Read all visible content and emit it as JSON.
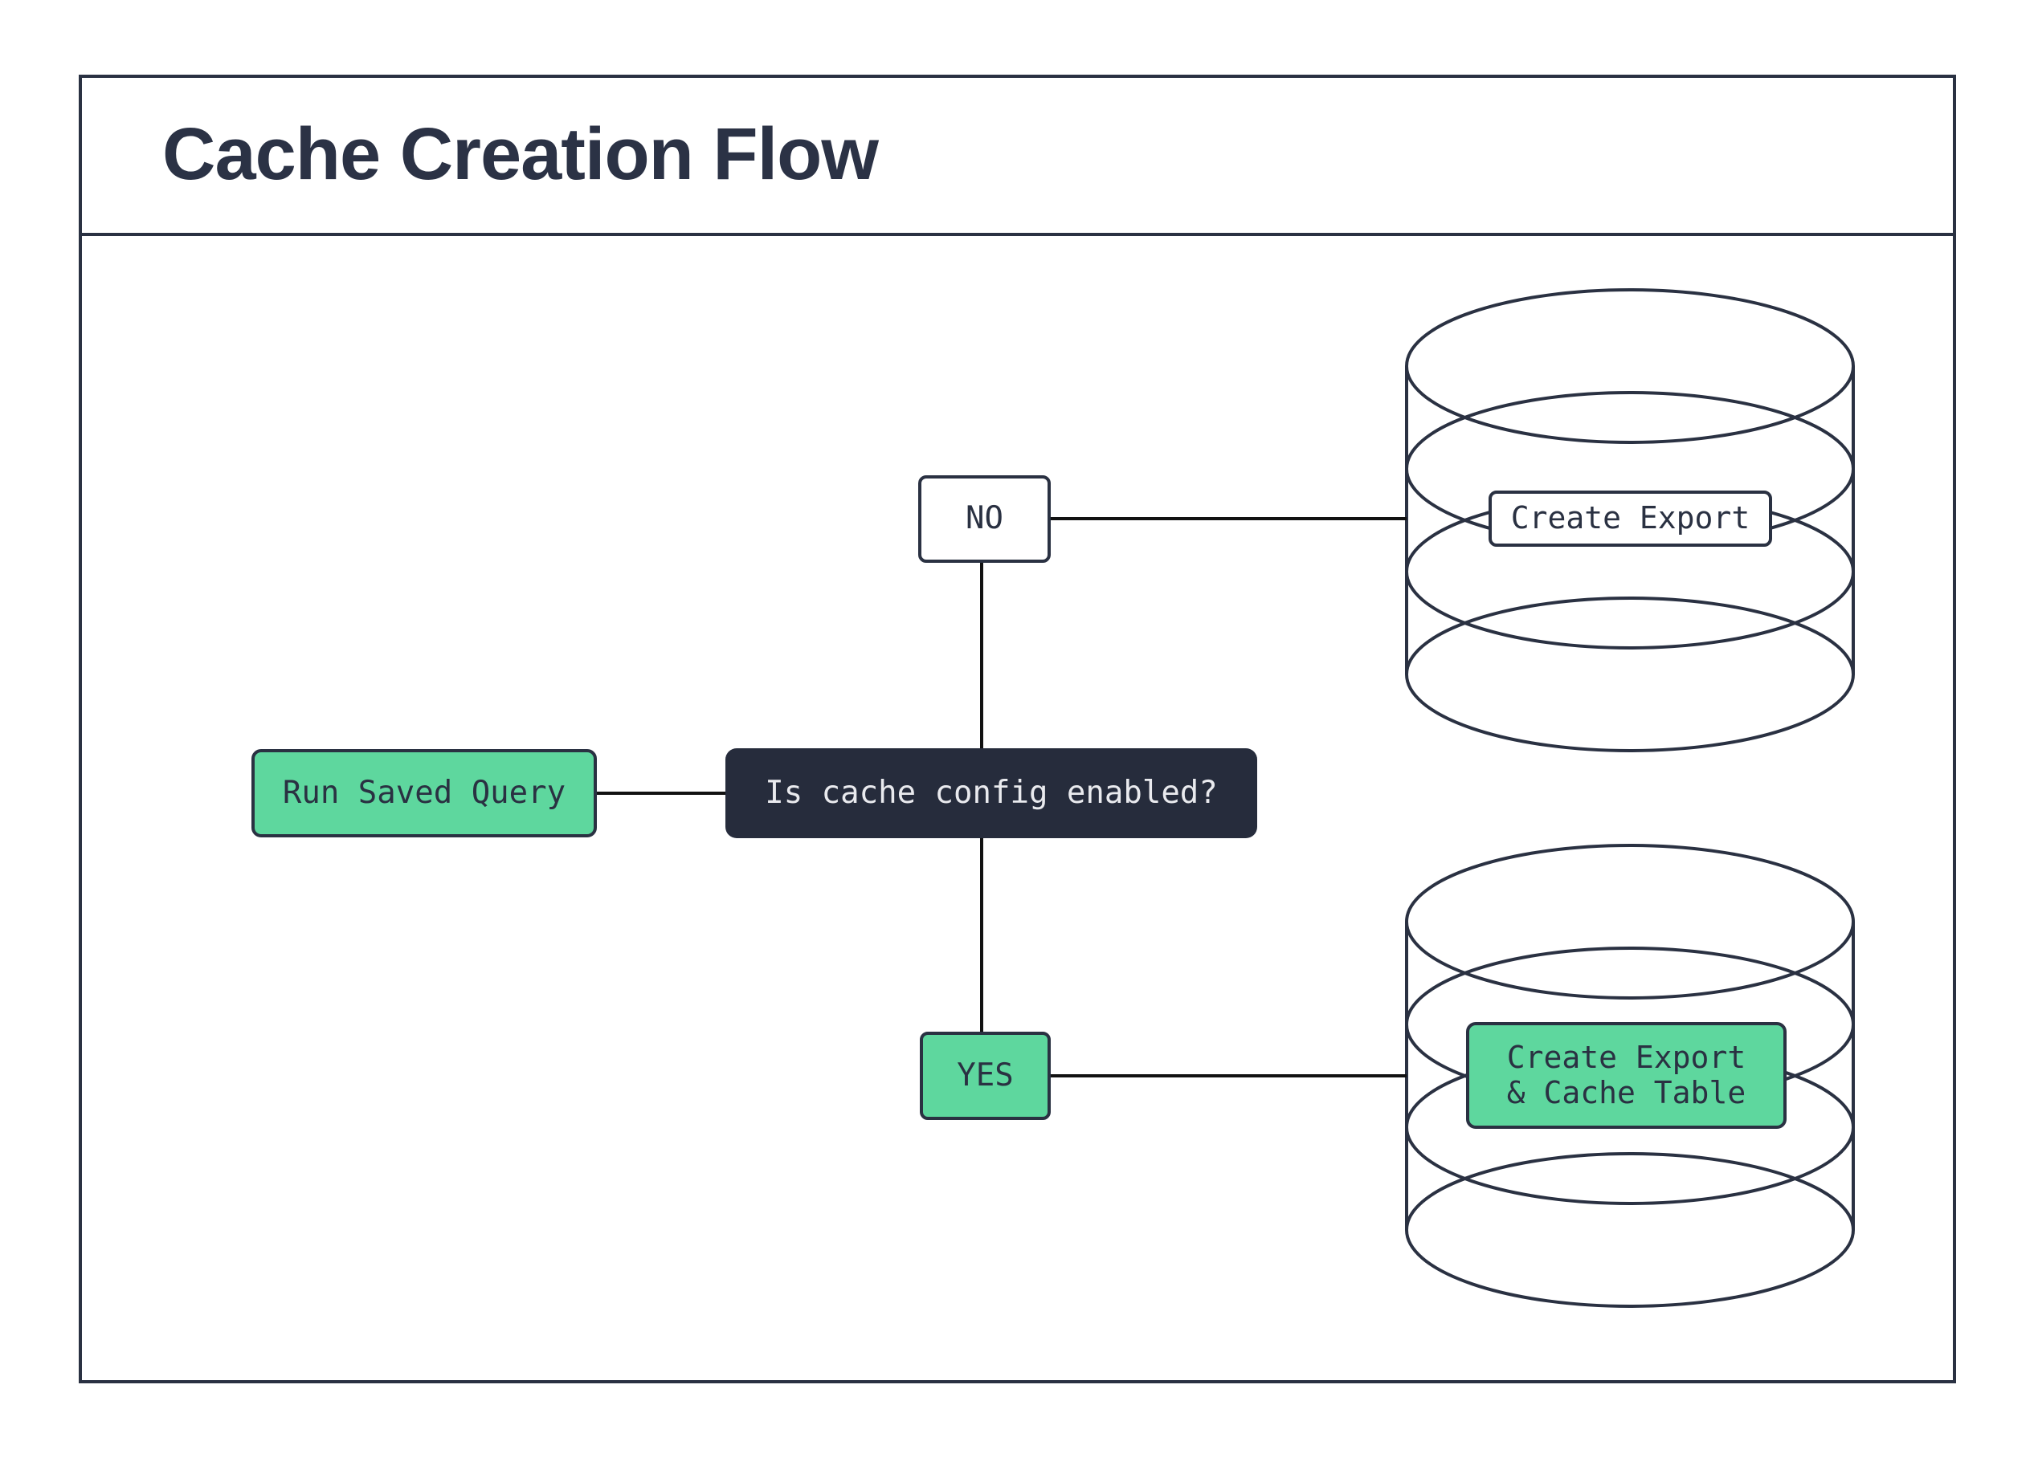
{
  "diagram": {
    "title": "Cache Creation Flow",
    "nodes": {
      "start": {
        "label": "Run Saved Query"
      },
      "decision": {
        "label": "Is cache config enabled?"
      },
      "branch_no": {
        "label": "NO"
      },
      "branch_yes": {
        "label": "YES"
      },
      "db_no": {
        "icon": "database-icon",
        "label": "Create Export"
      },
      "db_yes": {
        "icon": "database-icon",
        "label_line1": "Create Export",
        "label_line2": "& Cache Table"
      }
    },
    "colors": {
      "accent_green": "#5ed79e",
      "dark_navy_border": "#2a3142",
      "decision_fill": "#262c3c",
      "light_text": "#e9eaee",
      "connector_black": "#111111",
      "background": "#ffffff"
    }
  }
}
